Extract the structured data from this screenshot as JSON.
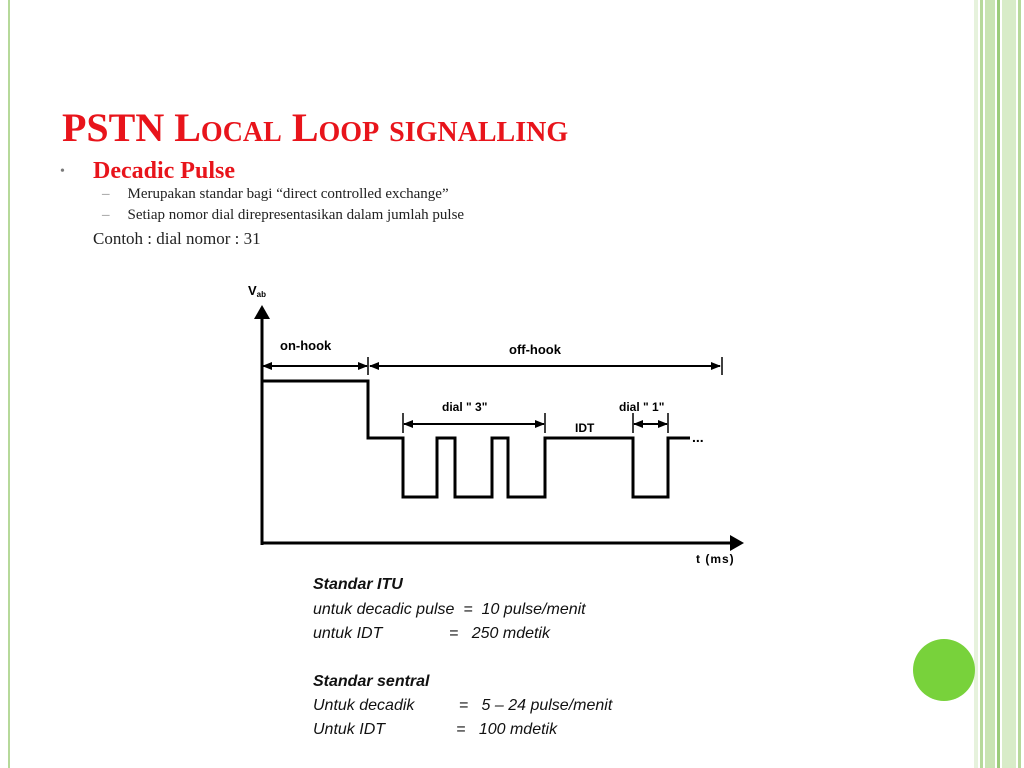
{
  "title": {
    "first": "PSTN ",
    "sc": "Local Loop signalling"
  },
  "bullet": {
    "label": "Decadic Pulse"
  },
  "sub_items": [
    "Merupakan standar bagi “direct controlled exchange”",
    "Setiap nomor dial direpresentasikan dalam jumlah pulse"
  ],
  "example": "Contoh :  dial nomor  : 31",
  "diagram": {
    "y_axis_label": "V",
    "y_axis_sub": "ab",
    "x_axis_label": "t (ms)",
    "on_hook": "on-hook",
    "off_hook": "off-hook",
    "dial_3": "dial \" 3\"",
    "dial_1": "dial \" 1\"",
    "idt": "IDT",
    "ellipsis": "..."
  },
  "standards": {
    "itu_heading": "Standar ITU",
    "itu_line1": "untuk decadic pulse  =  10 pulse/menit",
    "itu_line2": "untuk IDT               =   250 mdetik",
    "sentral_heading": "Standar sentral",
    "sentral_line1": "Untuk decadik          =   5 – 24 pulse/menit",
    "sentral_line2": "Untuk IDT                =   100 mdetik"
  },
  "colors": {
    "title": "#e8141b",
    "accent_green": "#78d23b",
    "frame_green": "#b6d99a"
  }
}
